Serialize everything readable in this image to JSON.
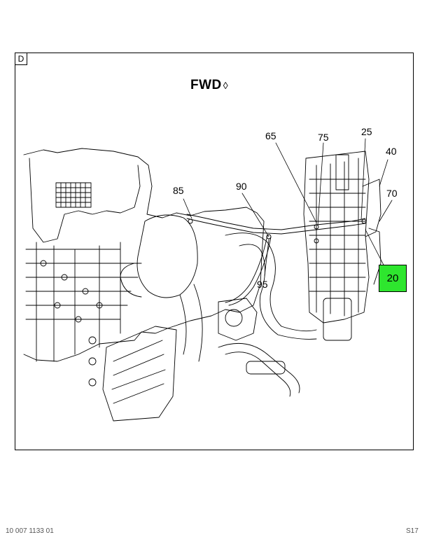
{
  "view": {
    "tag": "D",
    "direction_label": "FWD",
    "direction_icon": "◊"
  },
  "callouts": [
    "65",
    "75",
    "25",
    "40",
    "70",
    "85",
    "90",
    "95"
  ],
  "highlighted_callout": "20",
  "colors": {
    "highlight": "#2ee62e",
    "line": "#000000"
  },
  "footer": {
    "left": "10 007 1133 01",
    "right": "S17"
  }
}
